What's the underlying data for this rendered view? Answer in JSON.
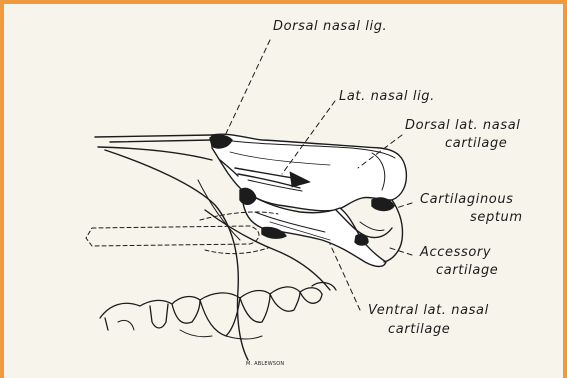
{
  "colors": {
    "frame_border": "#ef9a3e",
    "paper": "#f7f4ec",
    "ink": "#1c1c1c"
  },
  "labels": {
    "dorsal_nasal_lig": "Dorsal nasal lig.",
    "lat_nasal_lig": "Lat. nasal lig.",
    "dorsal_lat_nasal_cartilage_1": "Dorsal lat. nasal",
    "dorsal_lat_nasal_cartilage_2": "cartilage",
    "cartilaginous_septum_1": "Cartilaginous",
    "cartilaginous_septum_2": "septum",
    "accessory_cartilage_1": "Accessory",
    "accessory_cartilage_2": "cartilage",
    "ventral_lat_nasal_cartilage_1": "Ventral lat. nasal",
    "ventral_lat_nasal_cartilage_2": "cartilage"
  },
  "signature": "M. ABLEWSON"
}
